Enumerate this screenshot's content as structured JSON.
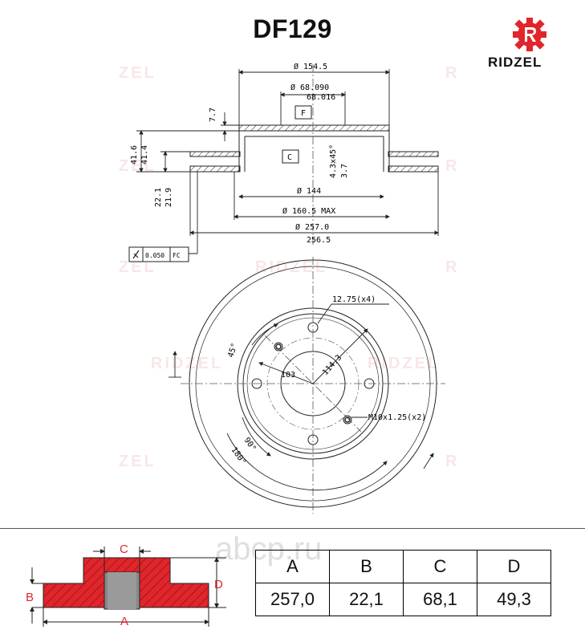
{
  "header": {
    "title": "DF129",
    "brand": "RIDZEL"
  },
  "watermark": {
    "text": "RIDZEL",
    "fragment_left": "ZEL",
    "fragment_right": "R",
    "color": "#d23c3c"
  },
  "drawing": {
    "d_154_5": "Ø 154.5",
    "d_68_090": "Ø 68.090",
    "d_68_016": "68.016",
    "h_7_7": "7.7",
    "datum_f": "F",
    "datum_c": "C",
    "h_41_6": "41.6",
    "h_41_4": "41.4",
    "chamfer": "4.3x45°",
    "h_3_7": "3.7",
    "h_22_1": "22.1",
    "h_21_9": "21.9",
    "d_144": "Ø 144",
    "d_160_5": "Ø 160.5 MAX",
    "d_257_0": "Ø 257.0",
    "d_256_5": "256.5",
    "tolerance": "0.050",
    "tolerance_ref": "FC",
    "holes": "12.75(x4)",
    "bcd": "114.3",
    "r_103": "103",
    "angle_45": "45°",
    "angle_90": "90°",
    "angle_180": "180°",
    "threads": "M10x1.25(x2)"
  },
  "schematic": {
    "label_a": "A",
    "label_b": "B",
    "label_c": "C",
    "label_d": "D",
    "fill_color": "#e0252b"
  },
  "table": {
    "headers": [
      "A",
      "B",
      "C",
      "D"
    ],
    "values": [
      "257,0",
      "22,1",
      "68,1",
      "49,3"
    ]
  },
  "site_watermark": "abcp.ru"
}
